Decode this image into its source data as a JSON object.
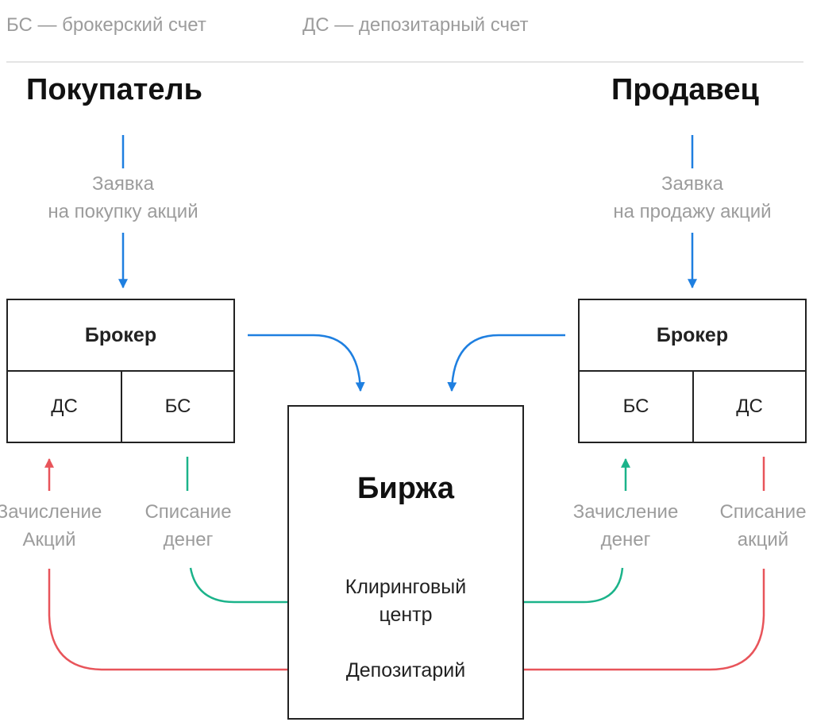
{
  "legend": {
    "bs": "БС — брокерский счет",
    "ds": "ДС — депозитарный счет"
  },
  "buyer": {
    "title": "Покупатель",
    "order_line1": "Заявка",
    "order_line2": "на покупку акций",
    "broker": {
      "title": "Брокер",
      "left": "ДС",
      "right": "БС"
    },
    "credit_line1": "Зачисление",
    "credit_line2": "Акций",
    "debit_line1": "Списание",
    "debit_line2": "денег"
  },
  "seller": {
    "title": "Продавец",
    "order_line1": "Заявка",
    "order_line2": "на продажу акций",
    "broker": {
      "title": "Брокер",
      "left": "БС",
      "right": "ДС"
    },
    "credit_line1": "Зачисление",
    "credit_line2": "денег",
    "debit_line1": "Списание",
    "debit_line2": "акций"
  },
  "exchange": {
    "title": "Биржа",
    "clearing_line1": "Клиринговый",
    "clearing_line2": "центр",
    "depository": "Депозитарий"
  },
  "colors": {
    "order": "#1e7fe0",
    "money": "#1bb38a",
    "shares": "#e8545a",
    "label": "#9c9c9c",
    "border": "#222222"
  }
}
